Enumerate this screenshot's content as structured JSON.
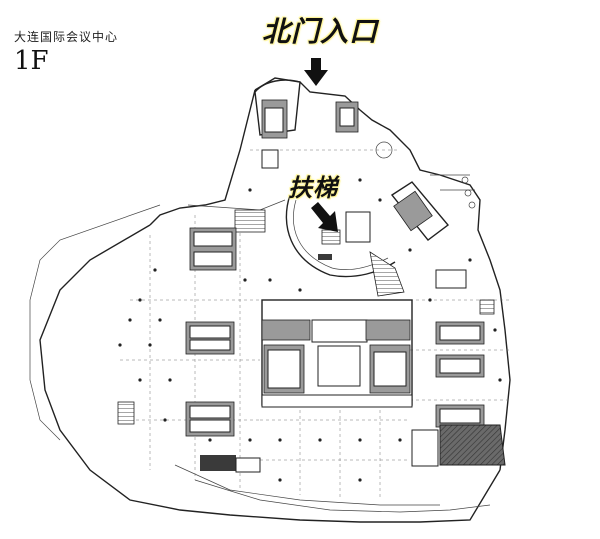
{
  "venue_name": "大连国际会议中心",
  "floor": "1F",
  "callouts": {
    "north_entrance": "北门入口",
    "escalator": "扶梯"
  },
  "colors": {
    "highlight": "#fff59a",
    "line": "#222222",
    "shade": "#9a9a9a"
  },
  "icons": {
    "north_arrow": "arrow-down-icon",
    "escalator_arrow": "arrow-down-right-icon"
  }
}
